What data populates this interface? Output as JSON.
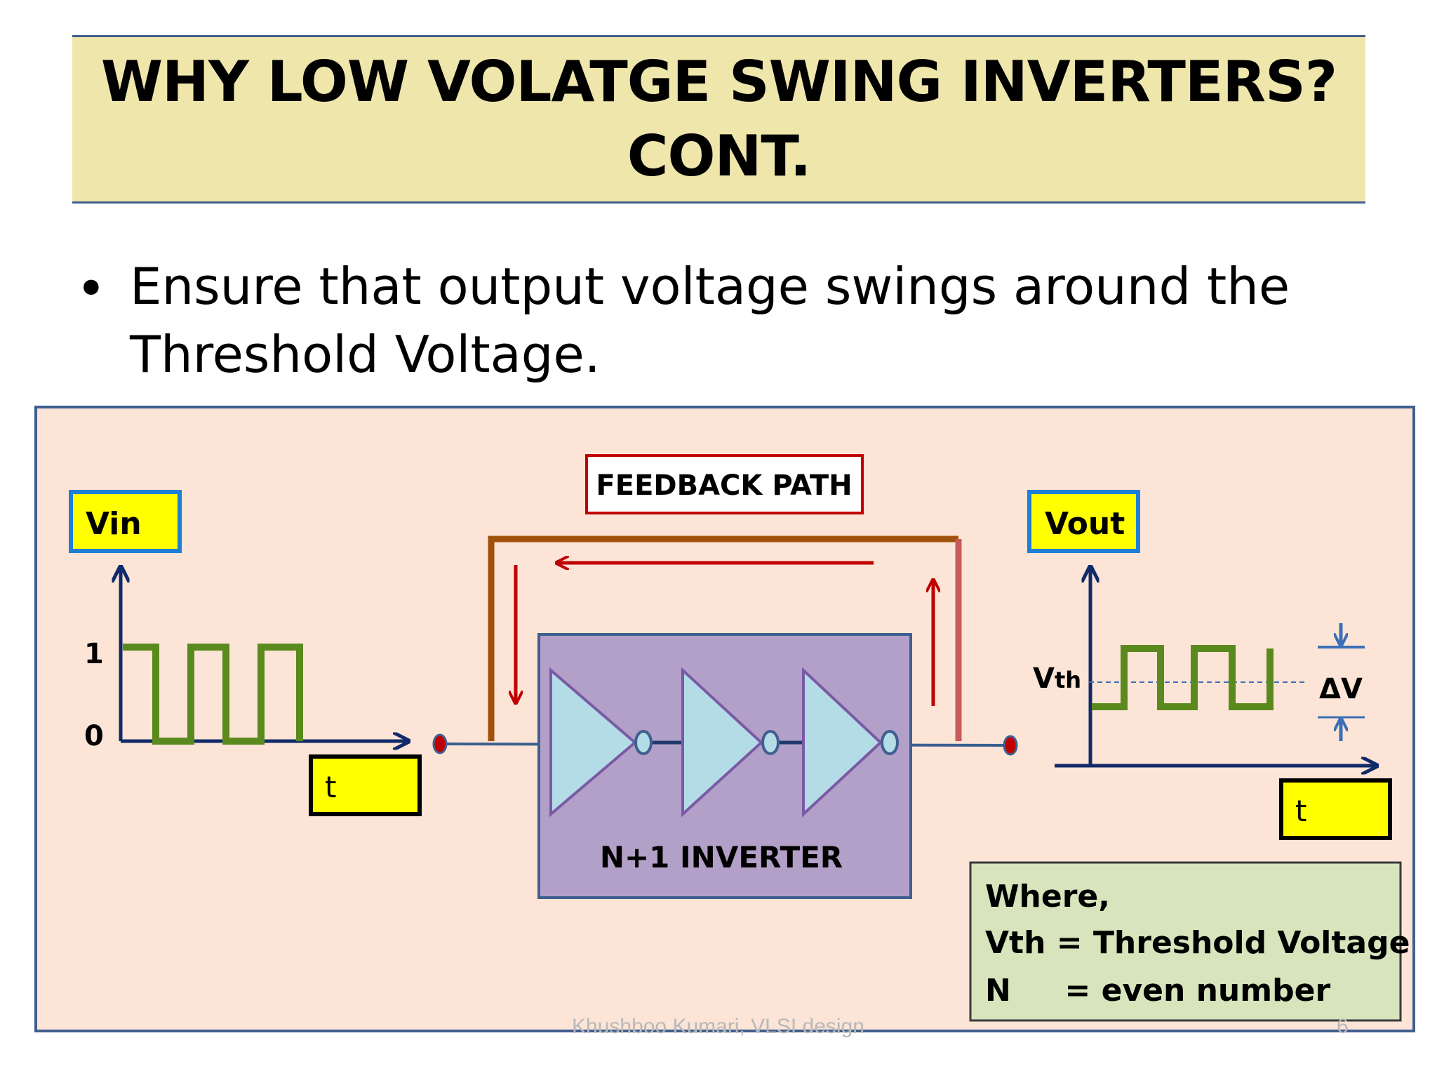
{
  "slide": {
    "title_line1": "WHY LOW VOLATGE SWING INVERTERS?",
    "title_line2": "CONT.",
    "bullet_text": "Ensure that output voltage swings around the Threshold Voltage."
  },
  "diagram": {
    "feedback_label": "FEEDBACK PATH",
    "vin_label": "Vin",
    "vout_label": "Vout",
    "input_time_label": "t",
    "output_time_label": "t",
    "level_high": "1",
    "level_low": "0",
    "vth_label_main": "V",
    "vth_label_sub": "th",
    "delta_v_label": "ΔV",
    "inverter_box_label": "N+1 INVERTER",
    "where_lines": [
      "Where,",
      "Vth = Threshold Voltage",
      "N     = even number"
    ]
  },
  "footer": {
    "author": "Khushboo Kumari, VLSI design",
    "page": "6"
  },
  "colors": {
    "title_band": "#efe6ab",
    "title_rule": "#3f5f8f",
    "diagram_bg": "#fce4d6",
    "diagram_border": "#3f5f8f",
    "label_box_fill": "#ffff00",
    "label_box_border": "#1f7fd6",
    "feedback_red": "#c00000",
    "feedback_brown": "#a0520a",
    "waveform_green": "#5a8a1e",
    "axis_navy": "#102a6a",
    "inverter_box": "#b3a0c8",
    "inverter_triangle": "#b4dce6",
    "where_box": "#d7e4bc"
  }
}
